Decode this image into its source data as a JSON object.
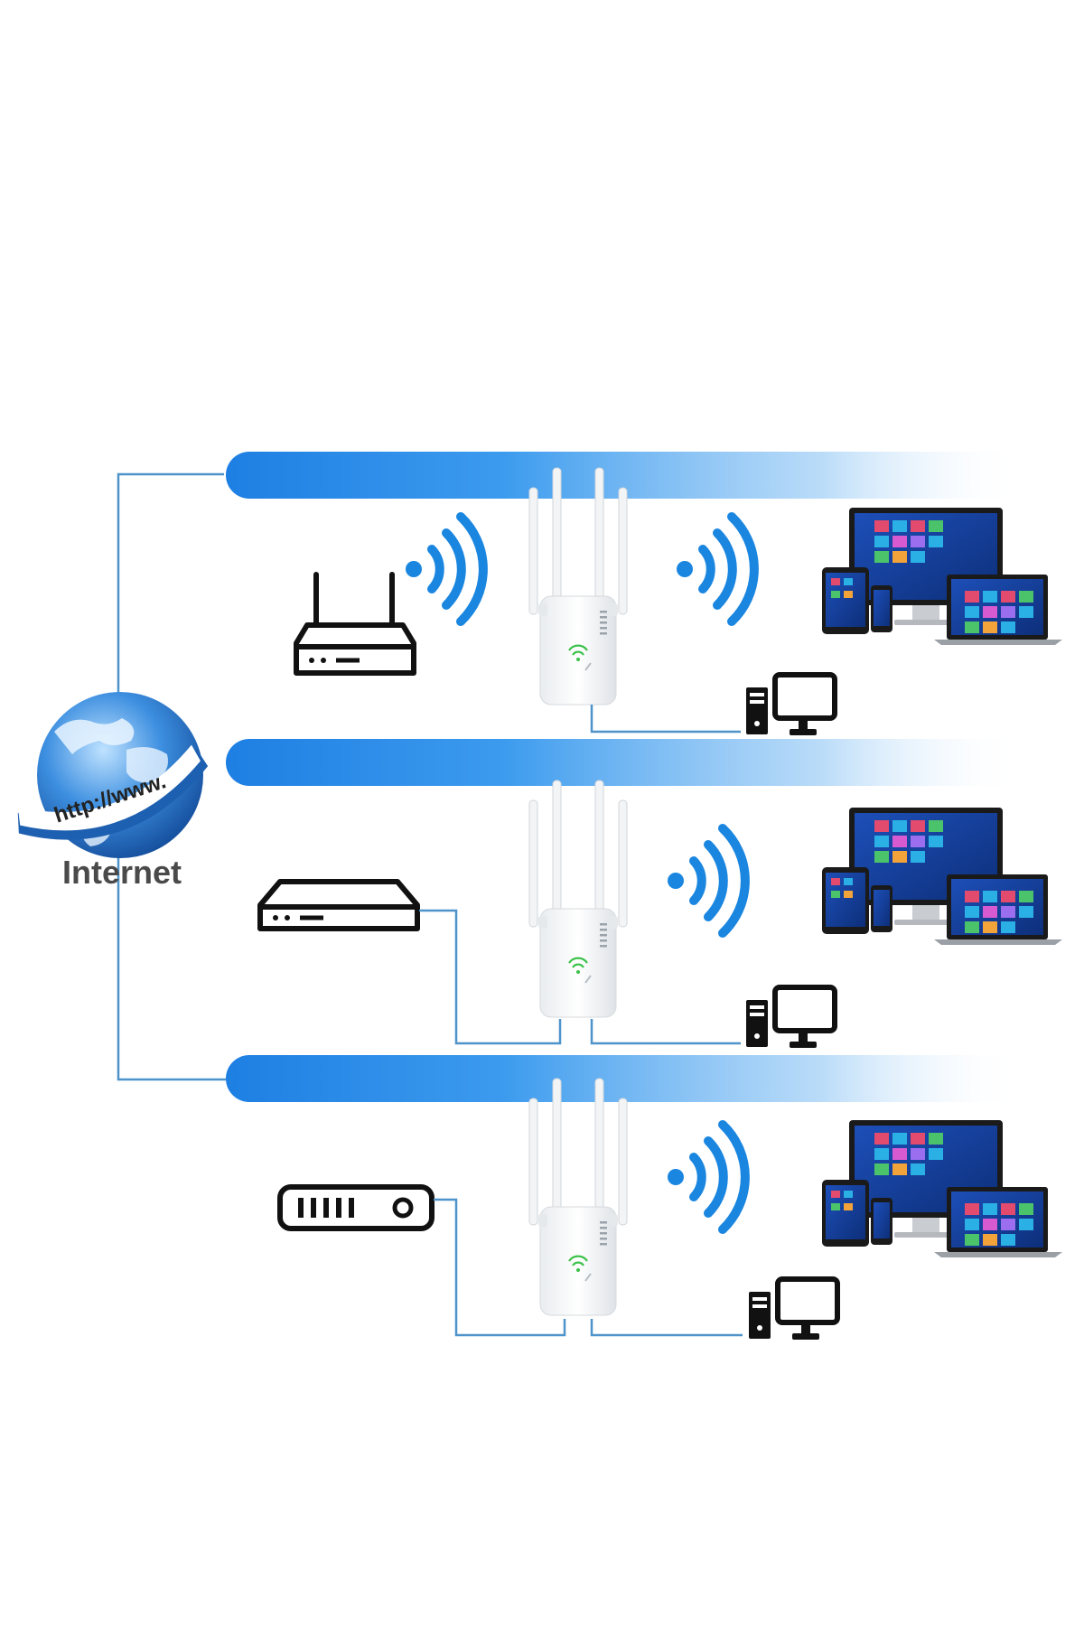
{
  "globe": {
    "banner_text": "http://www.",
    "label": "Internet"
  },
  "colors": {
    "bus_blue": "#1f8ae8",
    "wire_blue": "#4e93c9",
    "signal_blue": "#1a86e0",
    "icon_black": "#111111",
    "repeater_led_green": "#3cc24a",
    "label_gray": "#4a4a4a"
  },
  "rows": [
    {
      "source_icon": "wireless-router-icon",
      "connection": "wireless",
      "targets": [
        "repeater",
        "device-group",
        "desktop-computer"
      ]
    },
    {
      "source_icon": "modem-icon",
      "connection": "cable",
      "targets": [
        "repeater",
        "device-group",
        "desktop-computer"
      ]
    },
    {
      "source_icon": "switch-box-icon",
      "connection": "cable",
      "targets": [
        "repeater",
        "device-group",
        "desktop-computer"
      ]
    }
  ]
}
